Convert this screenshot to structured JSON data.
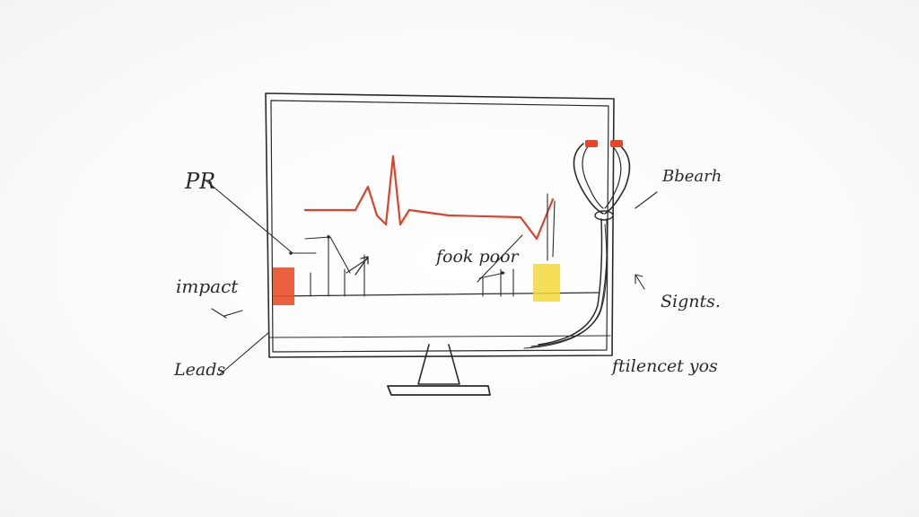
{
  "annotations": {
    "pr": "PR",
    "impact": "impact",
    "leads": "Leads",
    "center": "fook poor",
    "top_right": "Bbearh",
    "right": "Signts.",
    "bottom_right": "ftilencet yos"
  },
  "colors": {
    "ink": "#2b2b2b",
    "ecg_line": "#d9442b",
    "highlight_red": "#e8502a",
    "highlight_yellow": "#f2d83a",
    "earpiece": "#e2452a"
  },
  "icons": {
    "monitor": "monitor-sketch",
    "stethoscope": "stethoscope-sketch",
    "heartbeat": "ecg-line",
    "arrow": "arrow-icon"
  }
}
